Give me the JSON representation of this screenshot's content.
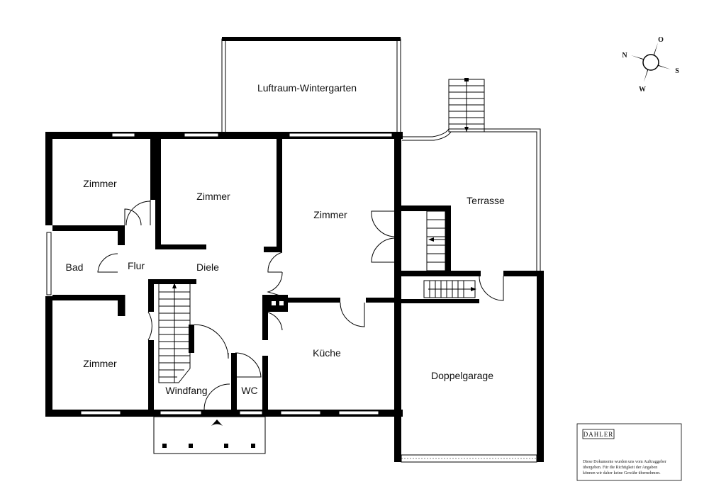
{
  "rooms": {
    "luftraum": "Luftraum-Wintergarten",
    "zimmer_nw": "Zimmer",
    "zimmer_center": "Zimmer",
    "zimmer_east": "Zimmer",
    "zimmer_sw": "Zimmer",
    "bad": "Bad",
    "flur": "Flur",
    "diele": "Diele",
    "kueche": "Küche",
    "windfang": "Windfang",
    "wc": "WC",
    "terrasse": "Terrasse",
    "doppelgarage": "Doppelgarage"
  },
  "compass": {
    "n": "N",
    "o": "O",
    "s": "S",
    "w": "W"
  },
  "logo": {
    "brand": "DAHLER"
  },
  "disclaimer": {
    "line1": "Diese Dokumente wurden uns vom Auftraggeber",
    "line2": "übergeben. Für die Richtigkeit der Angaben",
    "line3": "können wir daher keine Gewähr übernehmen."
  }
}
